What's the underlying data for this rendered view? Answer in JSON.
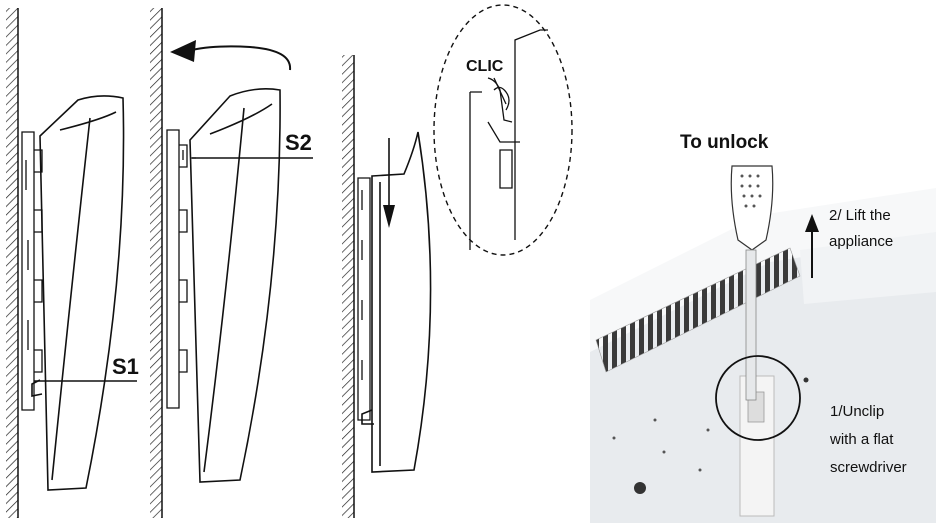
{
  "labels": {
    "s1": "S1",
    "s2": "S2",
    "clic": "CLIC"
  },
  "unlock": {
    "title": "To unlock",
    "step2_line1": "2/ Lift the",
    "step2_line2": "appliance",
    "step1_line1": "1/Unclip",
    "step1_line2": "with a flat",
    "step1_line3": "screwdriver"
  },
  "colors": {
    "ink": "#111111",
    "photo_bg": "#e9ecee",
    "slot": "#3a3a3a"
  }
}
